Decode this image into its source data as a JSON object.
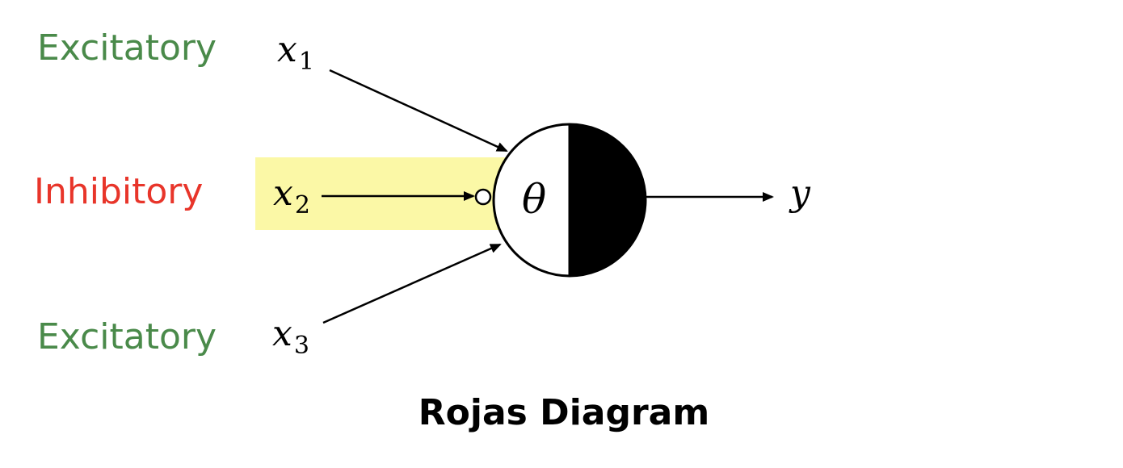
{
  "labels": {
    "excitatory_top": "Excitatory",
    "inhibitory": "Inhibitory",
    "excitatory_bottom": "Excitatory"
  },
  "inputs": {
    "x1": {
      "base": "x",
      "sub": "1"
    },
    "x2": {
      "base": "x",
      "sub": "2"
    },
    "x3": {
      "base": "x",
      "sub": "3"
    }
  },
  "neuron": {
    "threshold_symbol": "θ"
  },
  "output": {
    "symbol": "y"
  },
  "title": "Rojas Diagram",
  "colors": {
    "excitatory": "#4a8a4a",
    "inhibitory": "#e8352a",
    "highlight": "#fbf8a6"
  }
}
